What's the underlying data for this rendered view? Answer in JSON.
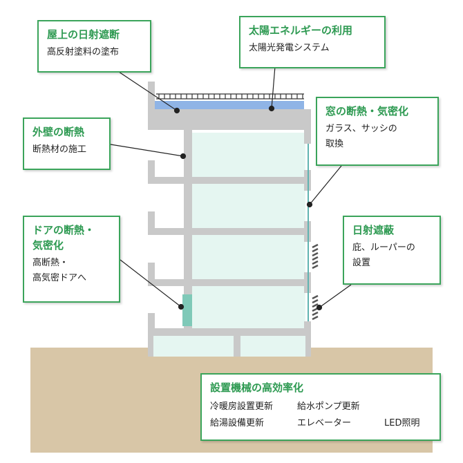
{
  "colors": {
    "accent": "#3aa45a",
    "title_text": "#2e9a52",
    "ground": "#d8c6a7",
    "structure": "#c9c9c9",
    "glass_fill": "#e5f6f1",
    "roof_insulation": "#8fb4e6",
    "door": "#7fc9b8"
  },
  "callouts": {
    "roof": {
      "title": "屋上の日射遮断",
      "lines": [
        "高反射塗料の塗布"
      ]
    },
    "solar": {
      "title": "太陽エネルギーの利用",
      "lines": [
        "太陽光発電システム"
      ]
    },
    "wall": {
      "title": "外壁の断熱",
      "lines": [
        "断熱材の施工"
      ]
    },
    "window": {
      "title": "窓の断熱・気密化",
      "lines": [
        "ガラス、サッシの",
        "取換"
      ]
    },
    "door": {
      "title_lines": [
        "ドアの断熱・",
        "気密化"
      ],
      "lines": [
        "高断熱・",
        "高気密ドアへ"
      ]
    },
    "louver": {
      "title": "日射遮蔽",
      "lines": [
        "庇、ルーパーの",
        "設置"
      ]
    },
    "equipment": {
      "title": "設置機械の高効率化",
      "rows": [
        [
          "冷暖房設置更新",
          "給水ポンプ更新"
        ],
        [
          "給湯設備更新",
          "エレベーター",
          "LED照明"
        ]
      ]
    }
  }
}
